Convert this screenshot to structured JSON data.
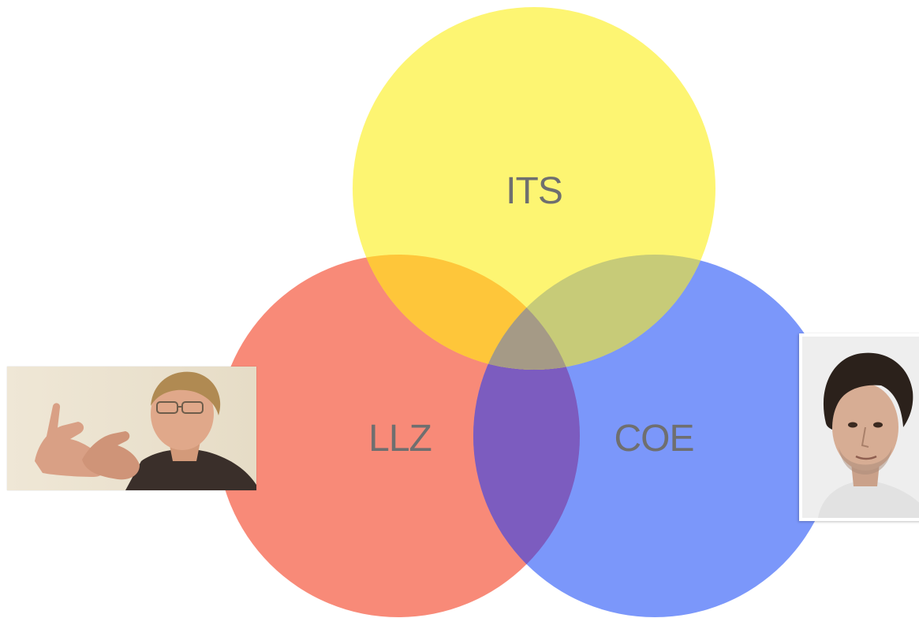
{
  "diagram": {
    "type": "venn",
    "circles": [
      {
        "id": "its",
        "label": "ITS",
        "color": "#FDF45F"
      },
      {
        "id": "llz",
        "label": "LLZ",
        "color": "#F7705A"
      },
      {
        "id": "coe",
        "label": "COE",
        "color": "#5E80F9"
      }
    ],
    "overlaps": {
      "its_llz": "#FEC63A",
      "its_coe": "#C7CB78",
      "llz_coe": "#7C5CBF"
    }
  },
  "photos": {
    "left": {
      "description_icon": "person-photo-icon"
    },
    "right": {
      "description_icon": "person-photo-icon"
    }
  }
}
